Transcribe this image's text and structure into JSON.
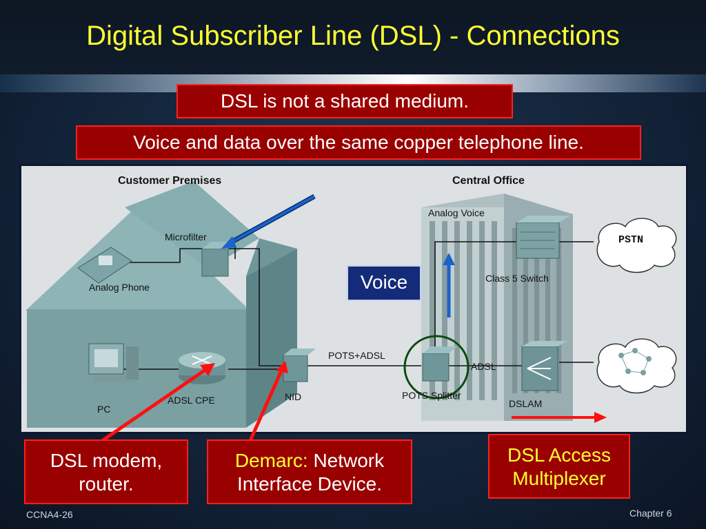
{
  "slide": {
    "title": "Digital Subscriber Line (DSL) - Connections",
    "callout_shared": "DSL is not a shared medium.",
    "callout_voice_data": "Voice and data over the same copper telephone line.",
    "voice_label": "Voice",
    "callout_modem_line1": "DSL modem,",
    "callout_modem_line2": "router.",
    "callout_demarc_prefix": "Demarc:",
    "callout_demarc_rest": "Network",
    "callout_demarc_line2": "Interface Device.",
    "callout_dslam_line1": "DSL Access",
    "callout_dslam_line2": "Multiplexer",
    "footer_left": "CCNA4-26",
    "footer_right": "Chapter 6"
  },
  "diagram": {
    "customer_premises": "Customer Premises",
    "central_office": "Central Office",
    "analog_voice": "Analog Voice",
    "microfilter": "Microfilter",
    "analog_phone": "Analog Phone",
    "class5_switch": "Class 5 Switch",
    "pstn": "PSTN",
    "pots_adsl": "POTS+ADSL",
    "adsl": "ADSL",
    "pc": "PC",
    "adsl_cpe": "ADSL CPE",
    "nid": "NID",
    "pots_splitter": "POTS Splitter",
    "dslam": "DSLAM"
  },
  "colors": {
    "title": "#ffff33",
    "callout_fill": "#990000",
    "callout_border": "#ff2020",
    "arrow_red": "#ff1010",
    "arrow_blue": "#1a63c8",
    "highlight_circle": "#0c4a12",
    "building": "#7aa4a6"
  }
}
